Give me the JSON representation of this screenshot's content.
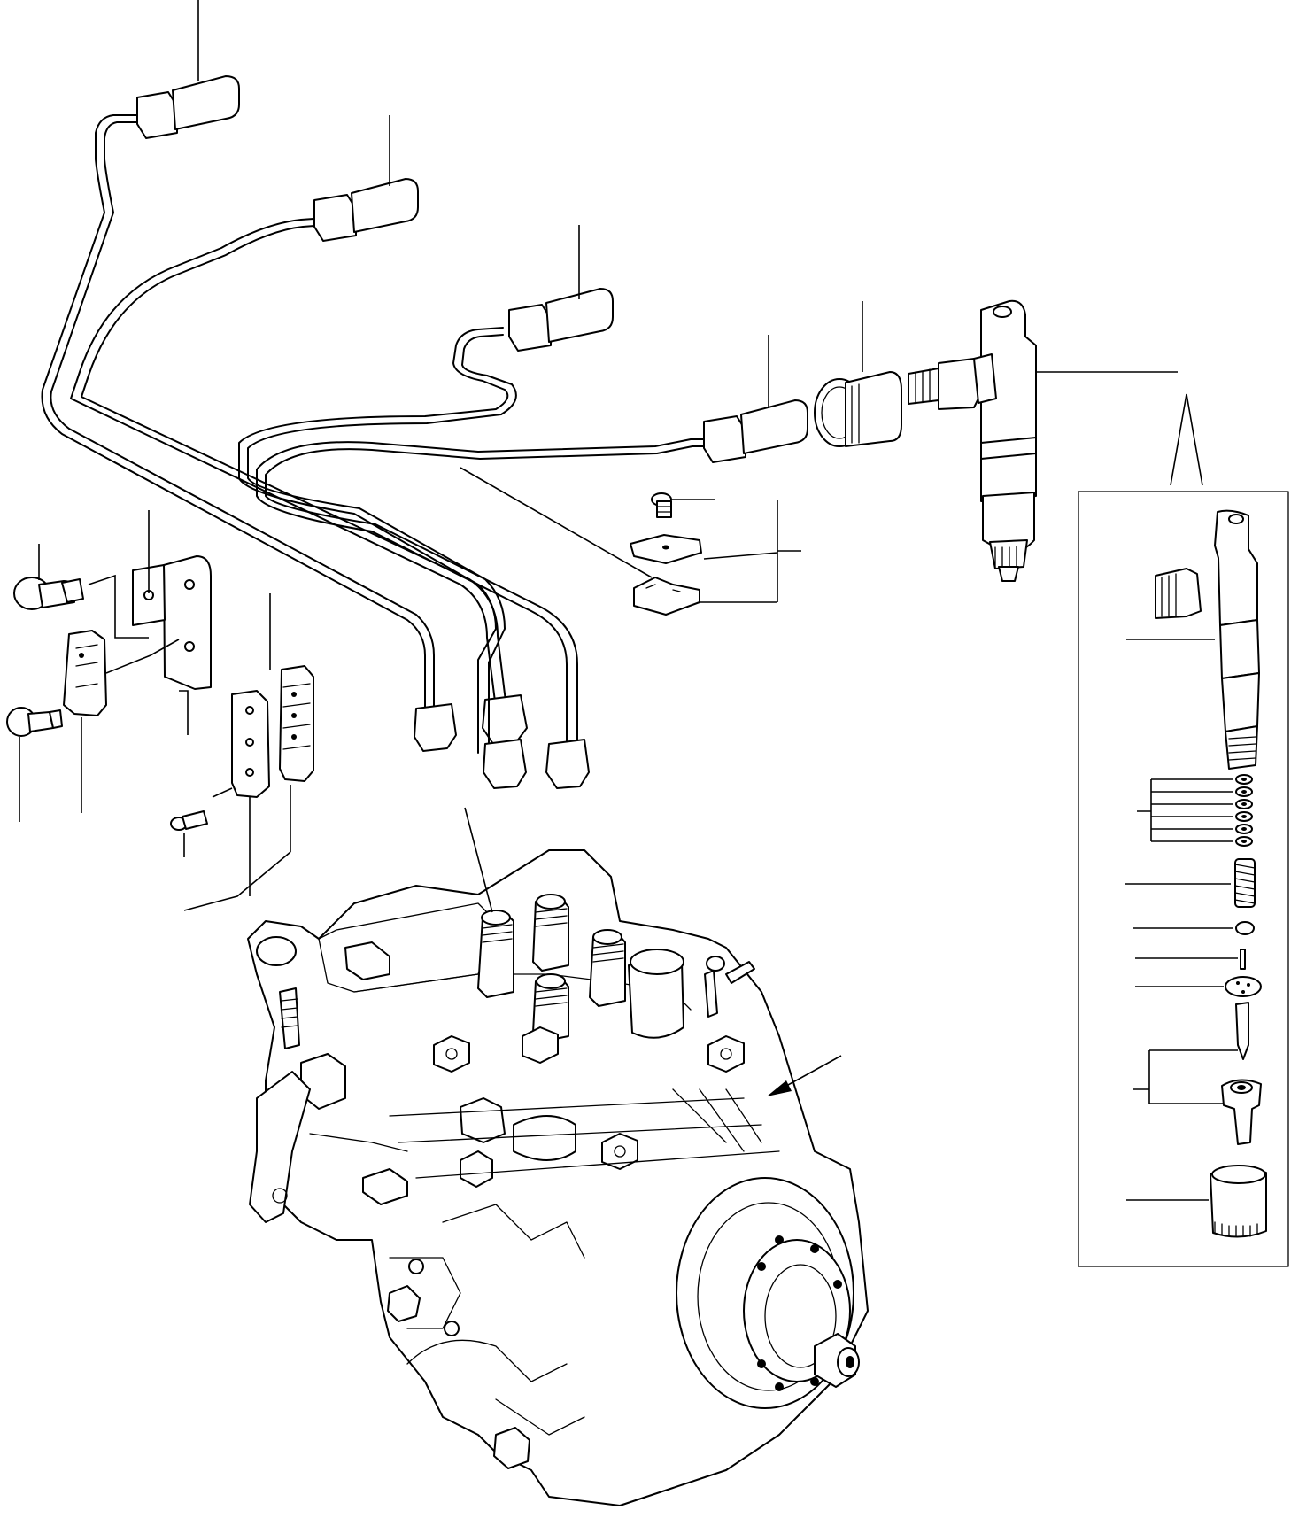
{
  "diagram": {
    "kind": "exploded-parts-view",
    "subject_parts": [
      "fuel-injection-pump",
      "injection-line-1",
      "injection-line-2",
      "injection-line-3",
      "injection-line-4",
      "nozzle-holder-assembly",
      "nozzle-holder-detail-inset",
      "clamp-bracket",
      "line-clamp-set",
      "clip-clamp-set",
      "gasket-seat",
      "connector-fitting"
    ],
    "callout_count": 22,
    "text_labels": [],
    "colors": {
      "stroke": "#000000",
      "background": "#ffffff"
    }
  }
}
